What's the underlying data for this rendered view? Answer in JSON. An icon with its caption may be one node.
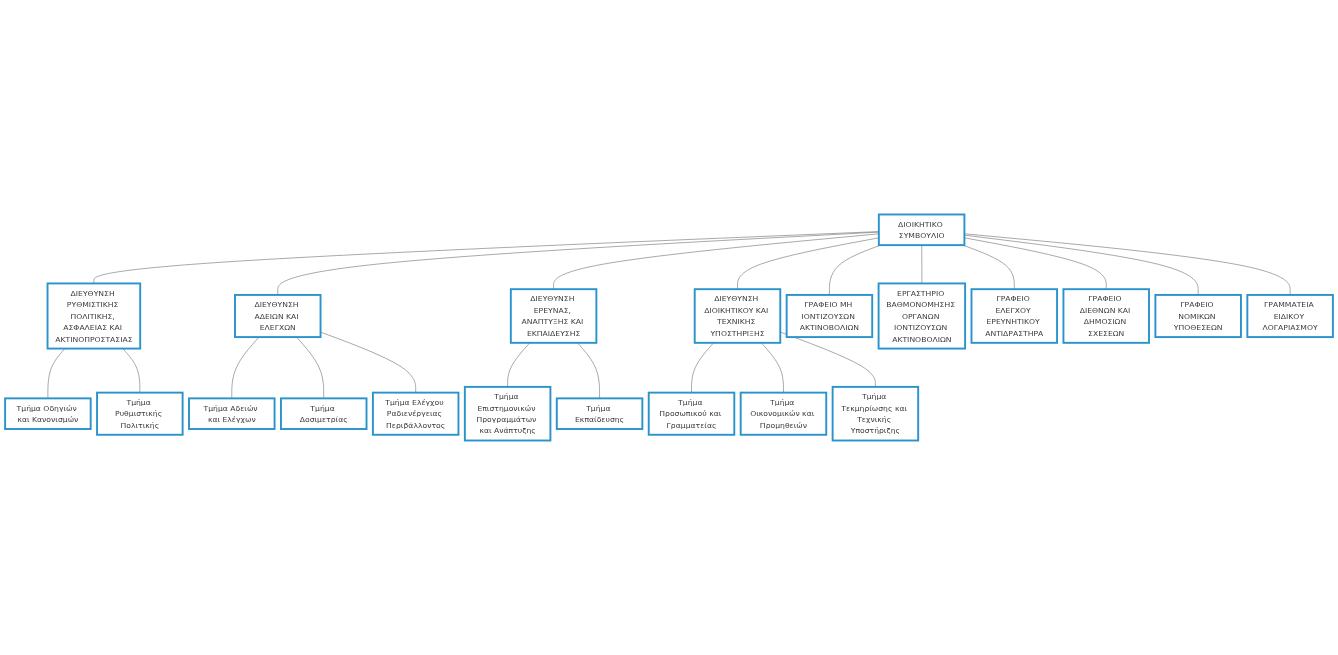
{
  "diagram": {
    "nodes": [
      {
        "text": [
          "ΔΙΟΙΚΗΤΙΚΟ ΣΥΜΒΟΥΛΙΟ"
        ]
      },
      {
        "text": [
          "ΔΙΕΥΘΥΝΣΗ ΡΥΘΜΙΣΤΙΚΗΣ ΠΟΛΙΤΙΚΗΣ, ΑΣΦΑΛΕΙΑΣ ΚΑΙ ΑΚΤΙΝΟΠΡΟΣΤΑΣΙΑΣ"
        ]
      },
      {
        "text": [
          "ΔΙΕΥΘΥΝΣΗ ΑΔΕΙΩΝ ΚΑΙ ΕΛΕΓΧΩΝ"
        ]
      },
      {
        "text": [
          "ΔΙΕΥΘΥΝΣΗ ΕΡΕΥΝΑΣ, ΑΝΑΠΤΥΞΗΣ ΚΑΙ ΕΚΠΑΙΔΕΥΣΗΣ"
        ]
      },
      {
        "text": [
          "ΔΙΕΥΘΥΝΣΗ ΔΙΟΙΚΗΤΙΚΟΥ ΚΑΙ ΤΕΧΝΙΚΗΣ ΥΠΟΣΤΗΡΙΞΗΣ"
        ]
      },
      {
        "text": [
          "Τμήμα Οδηγιών και Κανονισμών"
        ]
      },
      {
        "text": [
          "Τμήμα Ρυθμιστικής Πολιτικής"
        ]
      },
      {
        "text": [
          "Τμήμα Αδειών και Ελέγχων"
        ]
      },
      {
        "text": [
          "Τμήμα Δοσιμετρίας"
        ]
      },
      {
        "text": [
          "Τμήμα Ελέγχου Ραδιενέργειας Περιβάλλοντος"
        ]
      },
      {
        "text": [
          "Τμήμα Επιστημονικών Προγραμμάτων και Ανάπτυξης"
        ]
      },
      {
        "text": [
          "Τμήμα Εκπαίδευσης"
        ]
      },
      {
        "text": [
          "Τμήμα Προσωπικού και Γραμματείας"
        ]
      },
      {
        "text": [
          "Τμήμα Οικονομικών και Προμηθειών"
        ]
      },
      {
        "text": [
          "Τμήμα Τεκμηρίωσης και Τεχνικής Υποστήριξης"
        ]
      },
      {
        "text": [
          "ΓΡΑΦΕΙΟ ΜΗ ΙΟΝΤΙΖΟΥΣΩΝ ΑΚΤΙΝΟΒΟΛΙΩΝ"
        ]
      },
      {
        "text": [
          "ΕΡΓΑΣΤΗΡΙΟ ΒΑΘΜΟΝΟΜΗΣΗΣ ΟΡΓΑΝΩΝ ΙΟΝΤΙΖΟΥΣΩΝ ΑΚΤΙΝΟΒΟΛΙΩΝ"
        ]
      },
      {
        "text": [
          "ΓΡΑΦΕΙΟ ΕΛΕΓΧΟΥ ΕΡΕΥΝΗΤΙΚΟΥ ΑΝΤΙΔΡΑΣΤΗΡΑ"
        ]
      },
      {
        "text": [
          "ΓΡΑΦΕΙΟ ΔΙΕΘΝΩΝ ΚΑΙ ΔΗΜΟΣΙΩΝ ΣΧΕΣΕΩΝ"
        ]
      },
      {
        "text": [
          "ΓΡΑΦΕΙΟ ΝΟΜΙΚΩΝ ΥΠΟΘΕΣΕΩΝ"
        ]
      },
      {
        "text": [
          "ΓΡΑΜΜΑΤΕΙΑ ΕΙΔΙΚΟΥ ΛΟΓΑΡΙΑΣΜΟΥ"
        ]
      }
    ],
    "edges": [
      {
        "from": 0,
        "to": 1,
        "arrow": "none"
      },
      {
        "from": 0,
        "to": 2,
        "arrow": "none"
      },
      {
        "from": 0,
        "to": 3,
        "arrow": "none"
      },
      {
        "from": 0,
        "to": 4,
        "arrow": "none"
      },
      {
        "from": 1,
        "to": 5,
        "arrow": "none"
      },
      {
        "from": 1,
        "to": 6,
        "arrow": "none"
      },
      {
        "from": 2,
        "to": 7,
        "arrow": "none"
      },
      {
        "from": 2,
        "to": 8,
        "arrow": "none"
      },
      {
        "from": 2,
        "to": 9,
        "arrow": "none"
      },
      {
        "from": 3,
        "to": 10,
        "arrow": "none"
      },
      {
        "from": 3,
        "to": 11,
        "arrow": "none"
      },
      {
        "from": 4,
        "to": 12,
        "arrow": "none"
      },
      {
        "from": 4,
        "to": 13,
        "arrow": "none"
      },
      {
        "from": 4,
        "to": 14,
        "arrow": "none"
      },
      {
        "from": 0,
        "to": 15,
        "arrow": "none"
      },
      {
        "from": 0,
        "to": 16,
        "arrow": "none"
      },
      {
        "from": 0,
        "to": 17,
        "arrow": "none"
      },
      {
        "from": 0,
        "to": 18,
        "arrow": "none"
      },
      {
        "from": 0,
        "to": 19,
        "arrow": "none"
      },
      {
        "from": 0,
        "to": 20,
        "arrow": "none"
      }
    ]
  }
}
